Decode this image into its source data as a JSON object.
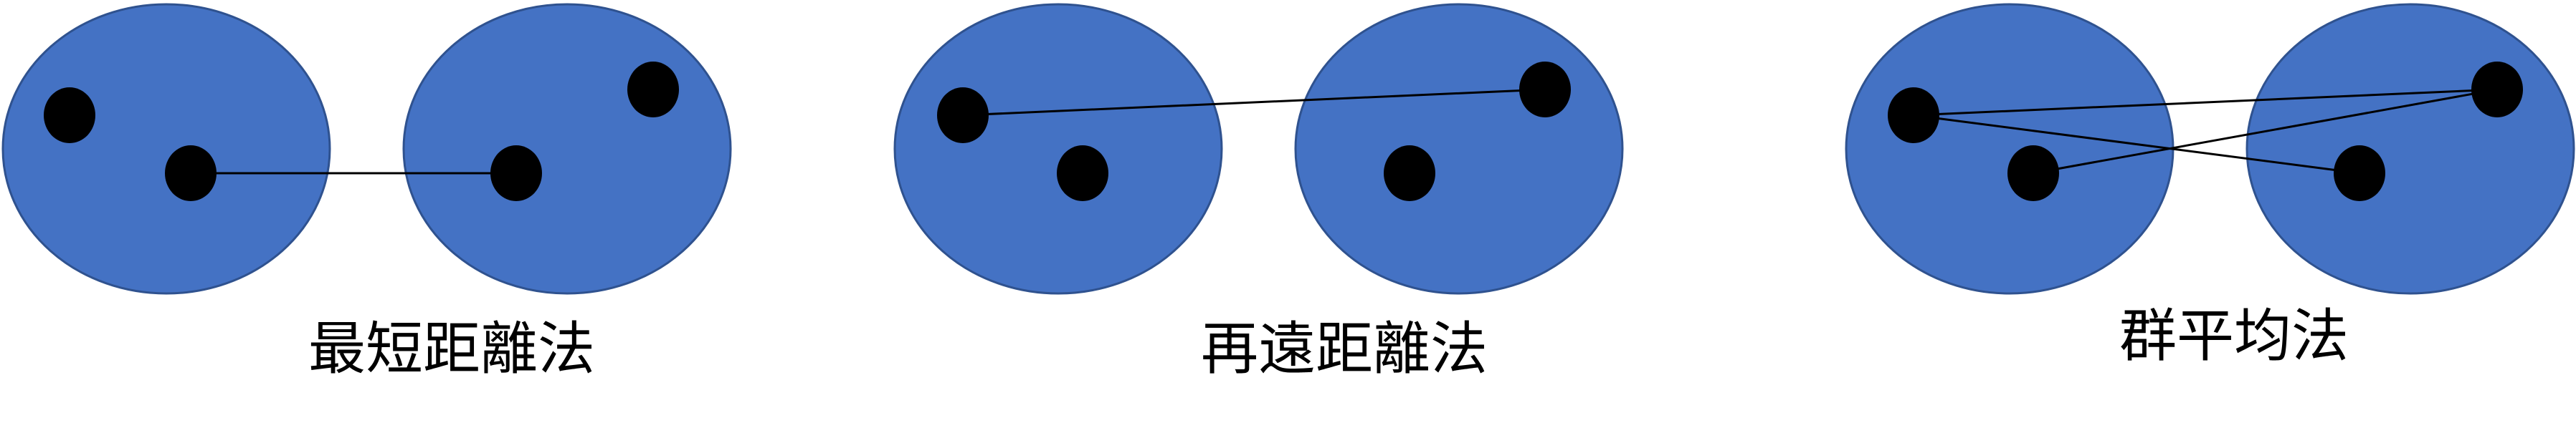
{
  "colors": {
    "cluster_fill": "#4472C4",
    "cluster_stroke": "#2F528F",
    "point_fill": "#000000",
    "line": "#000000",
    "background": "#FFFFFF",
    "label_text": "#000000"
  },
  "panels": [
    {
      "label": "最短距離法"
    },
    {
      "label": "再遠距離法"
    },
    {
      "label": "群平均法"
    }
  ]
}
